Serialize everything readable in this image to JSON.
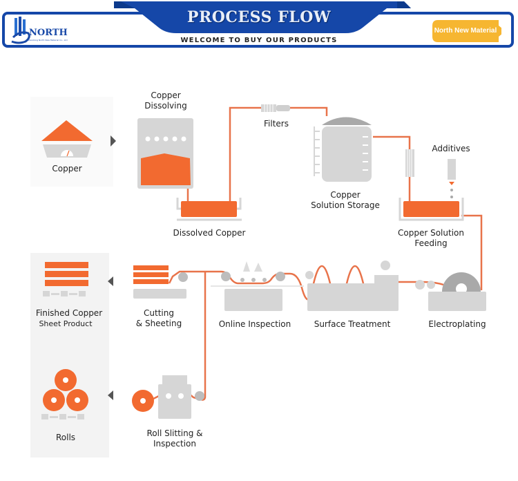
{
  "header": {
    "title": "PROCESS FLOW",
    "subtitle": "WELCOME TO BUY OUR PRODUCTS",
    "logo_text": "NORTH",
    "logo_tagline": "Shandong North New Material Co., Ltd",
    "badge_text": "North New Material",
    "colors": {
      "brand_blue": "#1547a8",
      "badge_yellow": "#f6b631"
    }
  },
  "diagram": {
    "colors": {
      "copper": "#f26a30",
      "pipe": "#e8734a",
      "machine": "#d6d6d6",
      "dark_machine": "#a9a9a9",
      "panel": "#f3f3f3",
      "arrow": "#555555"
    },
    "steps": {
      "copper": {
        "label": "Copper"
      },
      "copper_dissolving": {
        "label_line1": "Copper",
        "label_line2": "Dissolving"
      },
      "dissolved_copper": {
        "label": "Dissolved Copper"
      },
      "filters": {
        "label": "Filters"
      },
      "copper_solution_storage": {
        "label_line1": "Copper",
        "label_line2": "Solution Storage"
      },
      "additives": {
        "label": "Additives"
      },
      "copper_solution_feeding": {
        "label_line1": "Copper Solution",
        "label_line2": "Feeding"
      },
      "electroplating": {
        "label": "Electroplating"
      },
      "surface_treatment": {
        "label": "Surface Treatment"
      },
      "online_inspection": {
        "label": "Online Inspection"
      },
      "cutting_sheeting": {
        "label_line1": "Cutting",
        "label_line2": "& Sheeting"
      },
      "finished_sheet": {
        "label_line1": "Finished Copper",
        "label_line2": "Sheet Product"
      },
      "roll_slitting": {
        "label_line1": "Roll Slitting &",
        "label_line2": "Inspection"
      },
      "rolls": {
        "label": "Rolls"
      }
    }
  }
}
